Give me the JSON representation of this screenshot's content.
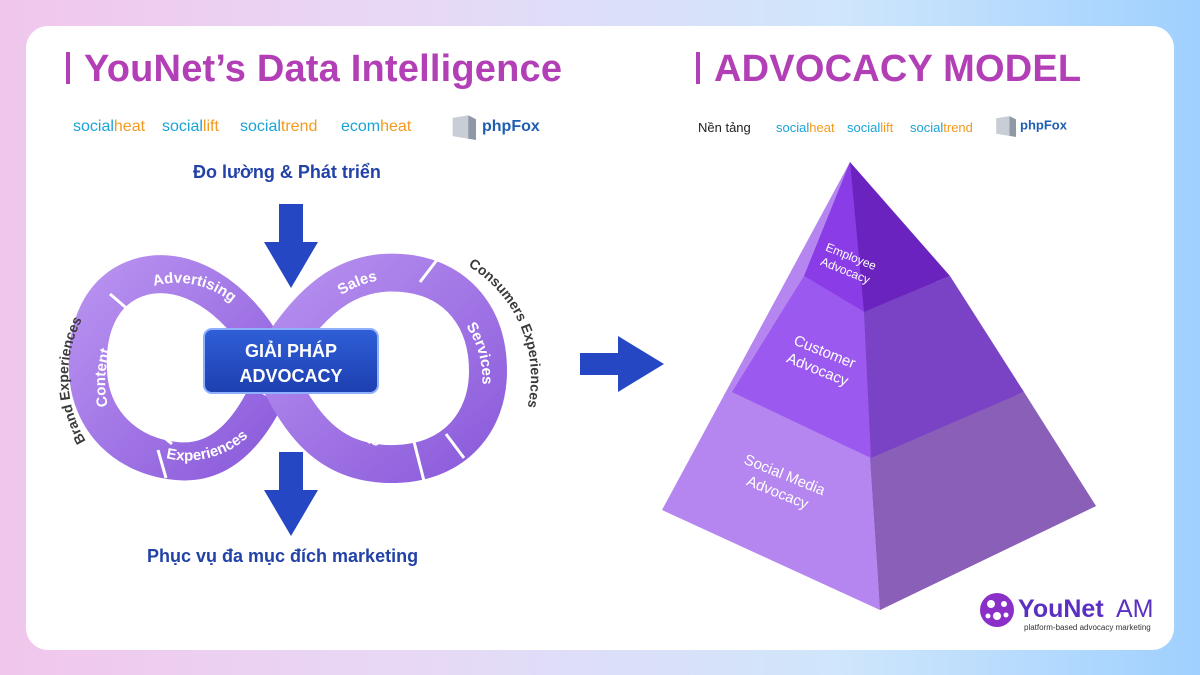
{
  "left": {
    "heading": "YouNet’s Data Intelligence",
    "logos": [
      {
        "part1": "social",
        "part2": "heat"
      },
      {
        "part1": "social",
        "part2": "lift"
      },
      {
        "part1": "social",
        "part2": "trend"
      },
      {
        "part1": "ecom",
        "part2": "heat"
      },
      {
        "name": "phpFox"
      }
    ],
    "top_caption": "Đo lường & Phát triển",
    "bottom_caption": "Phục vụ đa mục đích marketing",
    "center_box": {
      "line1": "GIẢI PHÁP",
      "line2": "ADVOCACY"
    },
    "loop_labels": {
      "advertising": "Advertising",
      "content": "Content",
      "experiences": "Experiences",
      "sales": "Sales",
      "services": "Services",
      "products": "Products"
    },
    "outer_labels": {
      "brand": "Brand Experiences",
      "consumers": "Consumers Experiences"
    }
  },
  "right": {
    "heading": "ADVOCACY MODEL",
    "platform_label": "Nền tảng",
    "logos": [
      {
        "part1": "social",
        "part2": "heat"
      },
      {
        "part1": "social",
        "part2": "lift"
      },
      {
        "part1": "social",
        "part2": "trend"
      },
      {
        "name": "phpFox"
      }
    ],
    "pyramid": {
      "top_line1": "Employee",
      "top_line2": "Advocacy",
      "mid_line1": "Customer",
      "mid_line2": "Advocacy",
      "bottom_line1": "Social Media",
      "bottom_line2": "Advocacy"
    }
  },
  "brand": {
    "name": "YouNet",
    "suffix": "AM",
    "tagline": "platform-based advocacy marketing"
  },
  "colors": {
    "heading": "#b23fb6",
    "caption": "#2342a8",
    "arrow": "#2547c4",
    "loop": "#9d6fe0",
    "pyramid_top": "#8a3ce6",
    "pyramid_mid": "#9b59ef",
    "pyramid_bottom": "#b585f0"
  }
}
